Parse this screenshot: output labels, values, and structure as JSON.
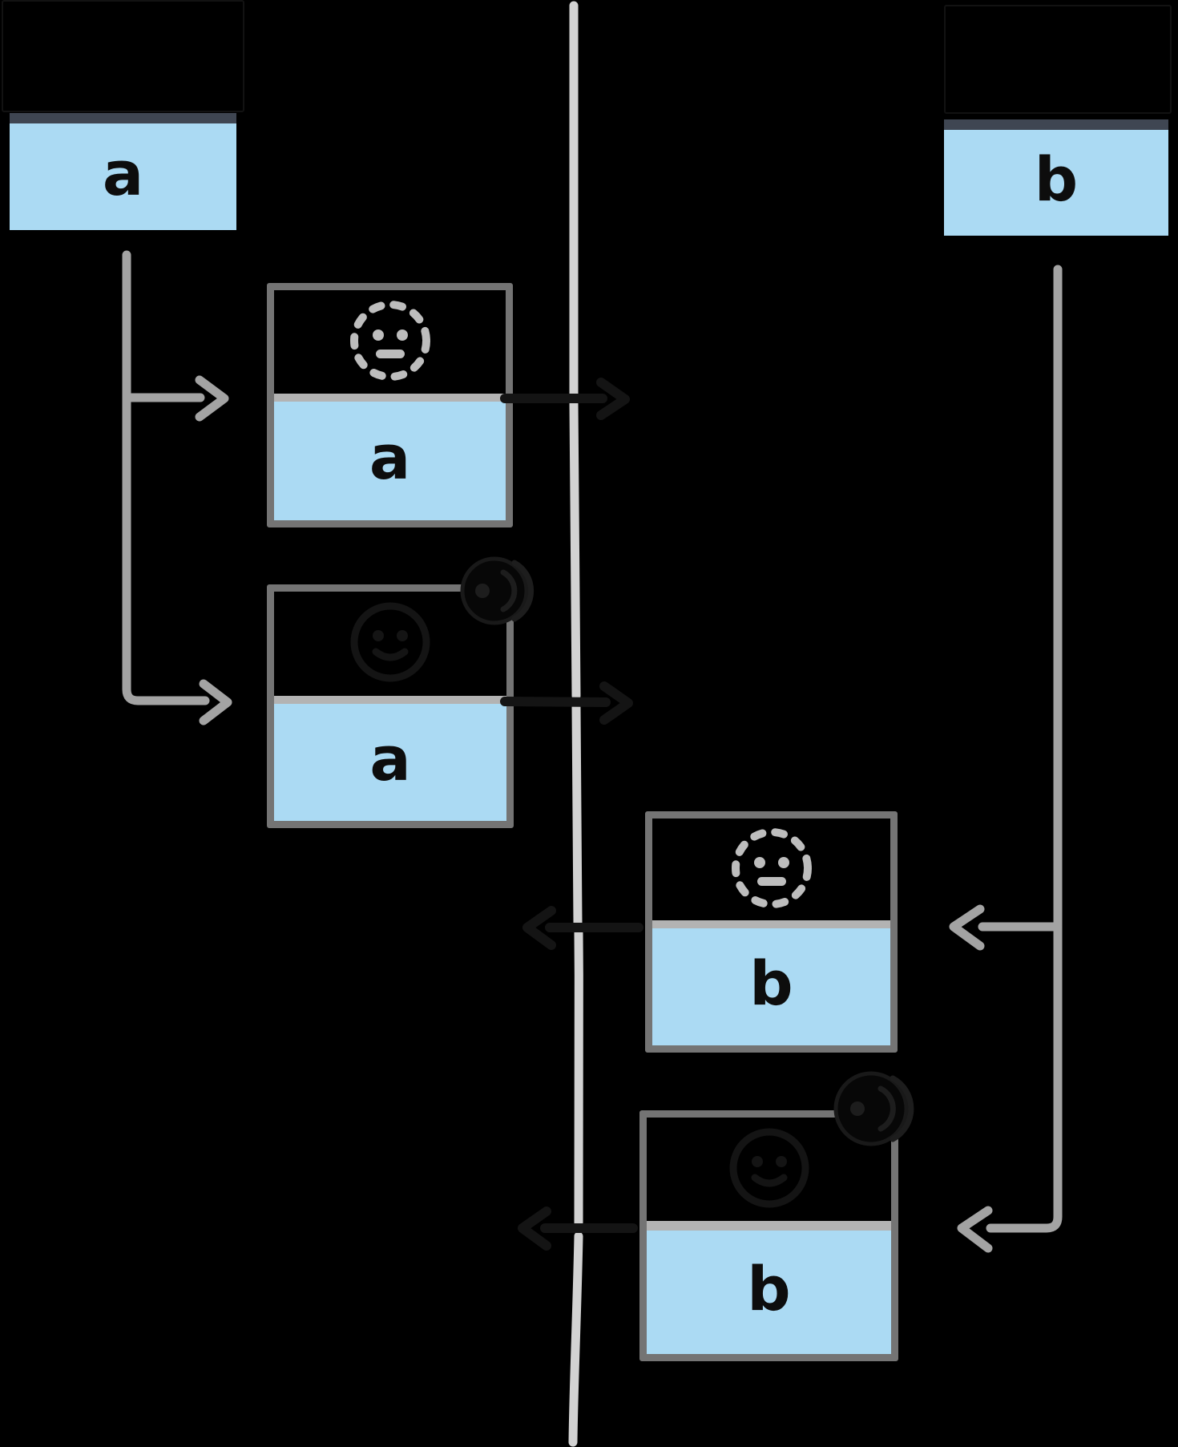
{
  "diagram": {
    "clients": [
      {
        "label": "a"
      },
      {
        "label": "b"
      }
    ],
    "events": [
      {
        "client": "a",
        "label": "a",
        "icon": "dashed-smiley-icon"
      },
      {
        "client": "a",
        "label": "a",
        "icon": "smiley-icon",
        "badge": "broadcast-badge-icon"
      },
      {
        "client": "b",
        "label": "b",
        "icon": "dashed-smiley-icon"
      },
      {
        "client": "b",
        "label": "b",
        "icon": "smiley-icon",
        "badge": "broadcast-badge-icon"
      }
    ],
    "colors": {
      "background": "#000000",
      "box_fill": "#abdaf3",
      "box_border": "#747474",
      "box_divider": "#b3b3b3",
      "client_header_bar": "#3f4652",
      "timeline_line": "#d2d2d2",
      "flow_arrow": "#a3a3a3",
      "letter": "#0d0d0d",
      "pending_icon": "#bdbdbd"
    }
  }
}
